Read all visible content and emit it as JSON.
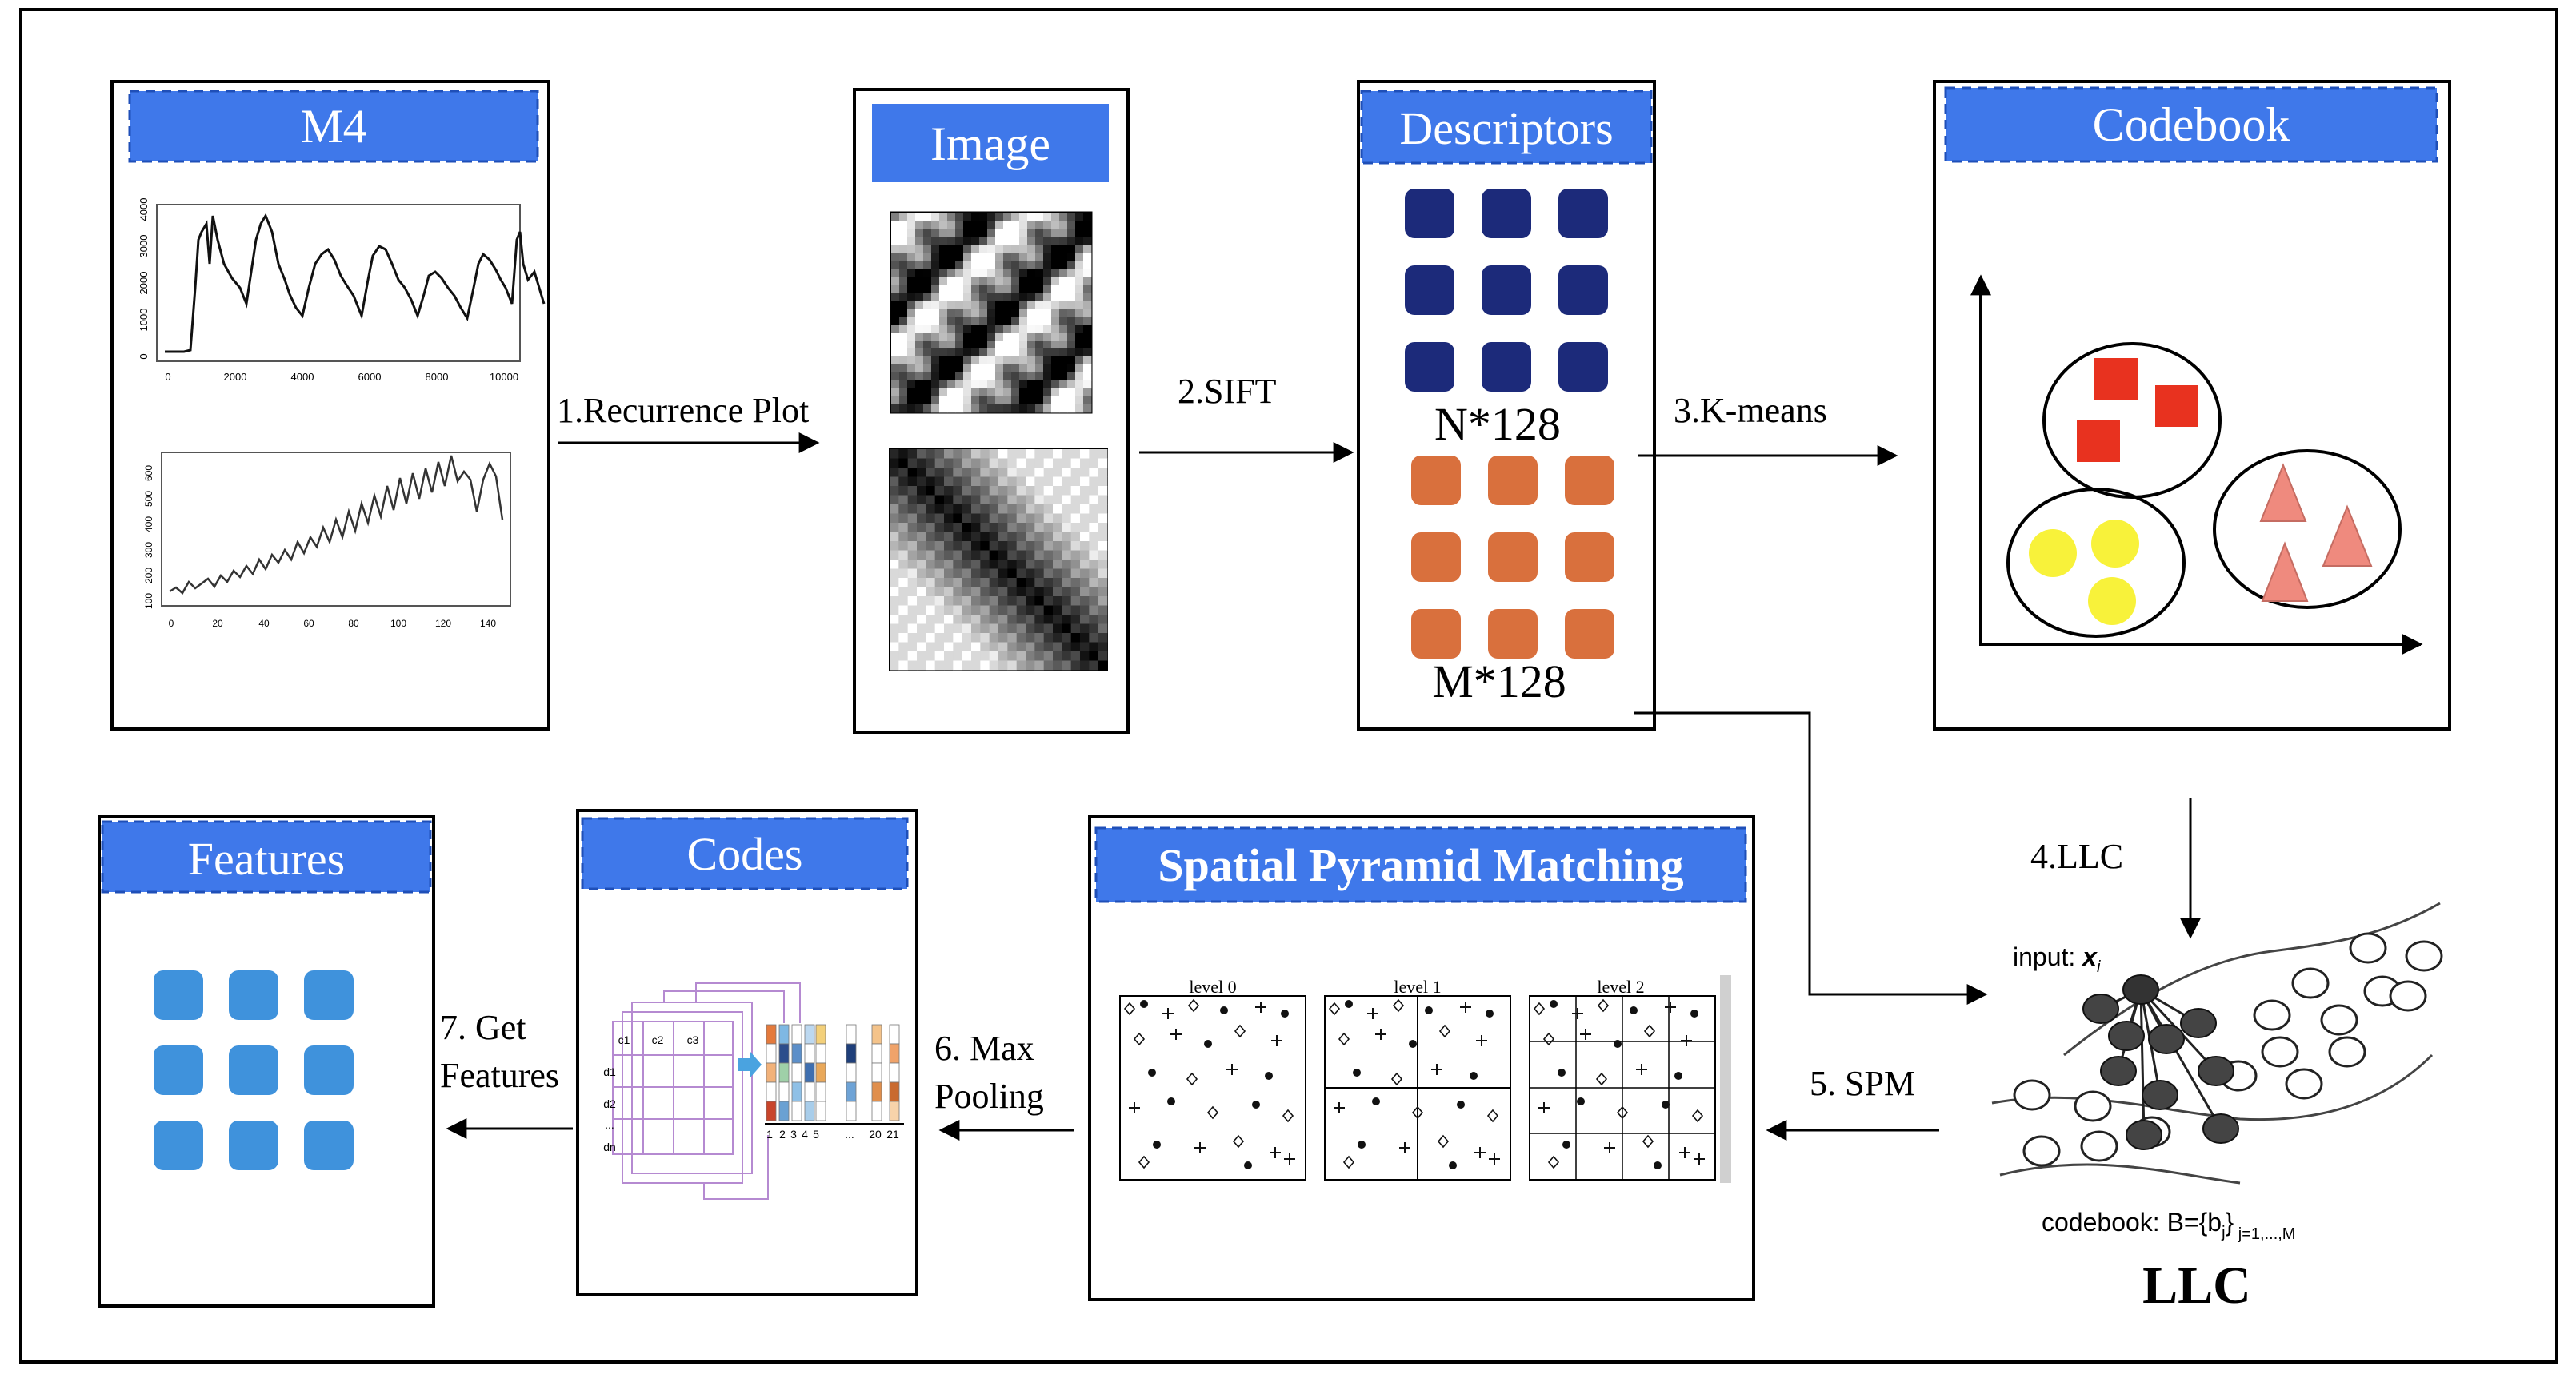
{
  "colors": {
    "header_blue": "#3f78ea",
    "descriptor_navy": "#1c2a7a",
    "descriptor_orange": "#d9703d",
    "feature_blue": "#3f92dc",
    "cluster_red": "#e8321f",
    "cluster_yellow": "#f8f23a",
    "cluster_salmon": "#ef8a7e"
  },
  "panels": {
    "m4": {
      "title": "M4",
      "chart1": {
        "y_ticks": [
          "0",
          "1000",
          "2000",
          "3000",
          "4000"
        ],
        "x_ticks": [
          "0",
          "2000",
          "4000",
          "6000",
          "8000",
          "10000"
        ]
      },
      "chart2": {
        "y_ticks": [
          "100",
          "200",
          "300",
          "400",
          "500",
          "600"
        ],
        "x_ticks": [
          "0",
          "20",
          "40",
          "60",
          "80",
          "100",
          "120",
          "140"
        ]
      }
    },
    "image": {
      "title": "Image"
    },
    "descriptors": {
      "title": "Descriptors",
      "n_label": "N*128",
      "m_label": "M*128"
    },
    "codebook": {
      "title": "Codebook"
    },
    "spm": {
      "title": "Spatial Pyramid Matching",
      "levels": [
        "level 0",
        "level 1",
        "level 2"
      ]
    },
    "codes": {
      "title": "Codes",
      "col_labels": [
        "c1",
        "c2",
        "c3"
      ],
      "row_labels": [
        "d1",
        "d2",
        "...",
        "dn"
      ],
      "axis_labels": [
        "1",
        "2",
        "3",
        "4",
        "5",
        "...",
        "20",
        "21"
      ]
    },
    "features": {
      "title": "Features"
    },
    "llc": {
      "input_prefix": "input: ",
      "input_var": "x",
      "input_sub": "i",
      "codebook_prefix": "codebook: B={b",
      "codebook_sub_j": "j",
      "codebook_close": "}",
      "codebook_range": " j=1,...,M",
      "title": "LLC"
    }
  },
  "steps": {
    "s1": "1.Recurrence Plot",
    "s2": "2.SIFT",
    "s3": "3.K-means",
    "s4": "4.LLC",
    "s5": "5. SPM",
    "s6_line1": "6. Max",
    "s6_line2": "Pooling",
    "s7_line1": "7. Get",
    "s7_line2": "Features"
  }
}
